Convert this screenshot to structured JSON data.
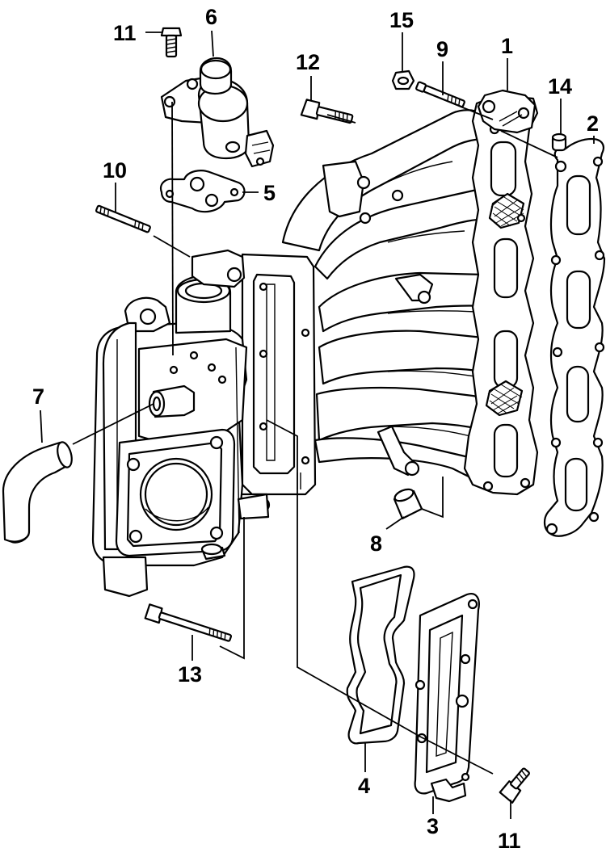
{
  "callouts": {
    "c1": "1",
    "c2": "2",
    "c3": "3",
    "c4": "4",
    "c5": "5",
    "c6": "6",
    "c7": "7",
    "c8": "8",
    "c9": "9",
    "c10": "10",
    "c11_top": "11",
    "c11_bottom": "11",
    "c12": "12",
    "c13": "13",
    "c14": "14",
    "c15": "15"
  }
}
